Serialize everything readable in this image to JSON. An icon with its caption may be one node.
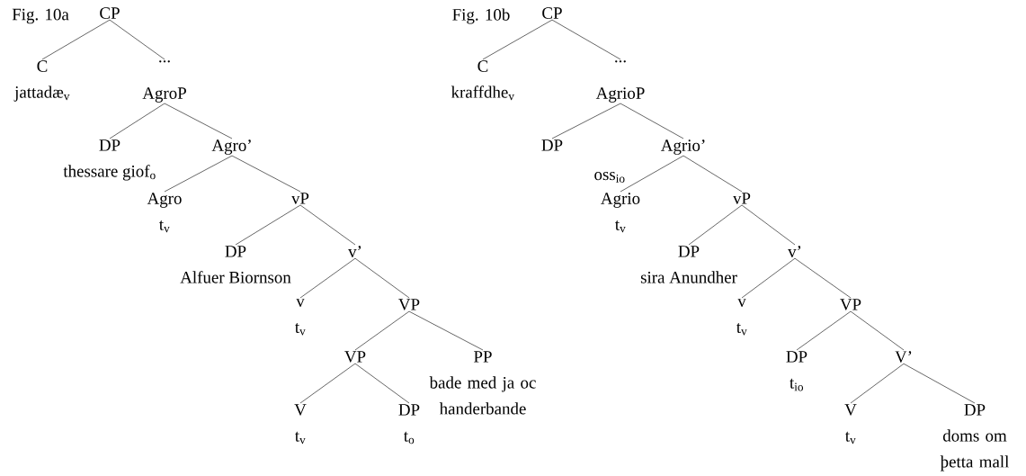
{
  "diagram": {
    "nodes": [
      {
        "text": [
          "CP"
        ]
      },
      {
        "text": [
          "C",
          "jattadæ$_{v}$"
        ]
      },
      {
        "text": [
          "..."
        ]
      },
      {
        "text": [
          "AgroP"
        ]
      },
      {
        "text": [
          "DP",
          "thessare giof$_{o}$"
        ]
      },
      {
        "text": [
          "Agro’"
        ]
      },
      {
        "text": [
          "Agro",
          "t$_{v}$"
        ]
      },
      {
        "text": [
          "vP"
        ]
      },
      {
        "text": [
          "DP",
          "Alfuer Biornson"
        ]
      },
      {
        "text": [
          "v’"
        ]
      },
      {
        "text": [
          "v",
          "t$_{v}$"
        ]
      },
      {
        "text": [
          "VP"
        ]
      },
      {
        "text": [
          "VP"
        ]
      },
      {
        "text": [
          "PP",
          "bade med ja oc handerbande"
        ]
      },
      {
        "text": [
          "V",
          "t$_{v}$"
        ]
      },
      {
        "text": [
          "DP",
          "t$_{o}$"
        ]
      },
      {
        "text": [
          "CP"
        ]
      },
      {
        "text": [
          "C",
          "kraffdhe$_{v}$"
        ]
      },
      {
        "text": [
          "..."
        ]
      },
      {
        "text": [
          "AgrioP"
        ]
      },
      {
        "text": [
          "DP"
        ]
      },
      {
        "text": [
          "Agrio’"
        ]
      },
      {
        "text": [
          "Agrio",
          "t$_{v}$"
        ]
      },
      {
        "text": [
          "vP"
        ]
      },
      {
        "text": [
          "DP",
          "sira Anundher"
        ]
      },
      {
        "text": [
          "v’"
        ]
      },
      {
        "text": [
          "v",
          "t$_{v}$"
        ]
      },
      {
        "text": [
          "VP"
        ]
      },
      {
        "text": [
          "DP",
          "t$_{io}$"
        ]
      },
      {
        "text": [
          "V’"
        ]
      },
      {
        "text": [
          "V",
          "t$_{v}$"
        ]
      },
      {
        "text": [
          "DP",
          "doms om þetta mall"
        ]
      }
    ],
    "edges": [
      {
        "from": 0,
        "to": 1,
        "arrow": "none"
      },
      {
        "from": 0,
        "to": 2,
        "arrow": "none"
      },
      {
        "from": 3,
        "to": 4,
        "arrow": "none"
      },
      {
        "from": 3,
        "to": 5,
        "arrow": "none"
      },
      {
        "from": 5,
        "to": 6,
        "arrow": "none"
      },
      {
        "from": 5,
        "to": 7,
        "arrow": "none"
      },
      {
        "from": 7,
        "to": 8,
        "arrow": "none"
      },
      {
        "from": 7,
        "to": 9,
        "arrow": "none"
      },
      {
        "from": 9,
        "to": 10,
        "arrow": "none"
      },
      {
        "from": 9,
        "to": 11,
        "arrow": "none"
      },
      {
        "from": 11,
        "to": 12,
        "arrow": "none"
      },
      {
        "from": 11,
        "to": 13,
        "arrow": "none"
      },
      {
        "from": 12,
        "to": 14,
        "arrow": "none"
      },
      {
        "from": 12,
        "to": 15,
        "arrow": "none"
      },
      {
        "from": 16,
        "to": 17,
        "arrow": "none"
      },
      {
        "from": 16,
        "to": 18,
        "arrow": "none"
      },
      {
        "from": 19,
        "to": 20,
        "arrow": "none"
      },
      {
        "from": 19,
        "to": 21,
        "arrow": "none"
      },
      {
        "from": 21,
        "to": 22,
        "arrow": "none"
      },
      {
        "from": 21,
        "to": 23,
        "arrow": "none"
      },
      {
        "from": 23,
        "to": 24,
        "arrow": "none"
      },
      {
        "from": 23,
        "to": 25,
        "arrow": "none"
      },
      {
        "from": 25,
        "to": 26,
        "arrow": "none"
      },
      {
        "from": 25,
        "to": 27,
        "arrow": "none"
      },
      {
        "from": 27,
        "to": 28,
        "arrow": "none"
      },
      {
        "from": 27,
        "to": 29,
        "arrow": "none"
      },
      {
        "from": 29,
        "to": 30,
        "arrow": "none"
      },
      {
        "from": 29,
        "to": 31,
        "arrow": "none"
      }
    ],
    "labels": [
      "Fig. 10a",
      "Fig. 10b",
      "oss$_{io}$"
    ]
  }
}
